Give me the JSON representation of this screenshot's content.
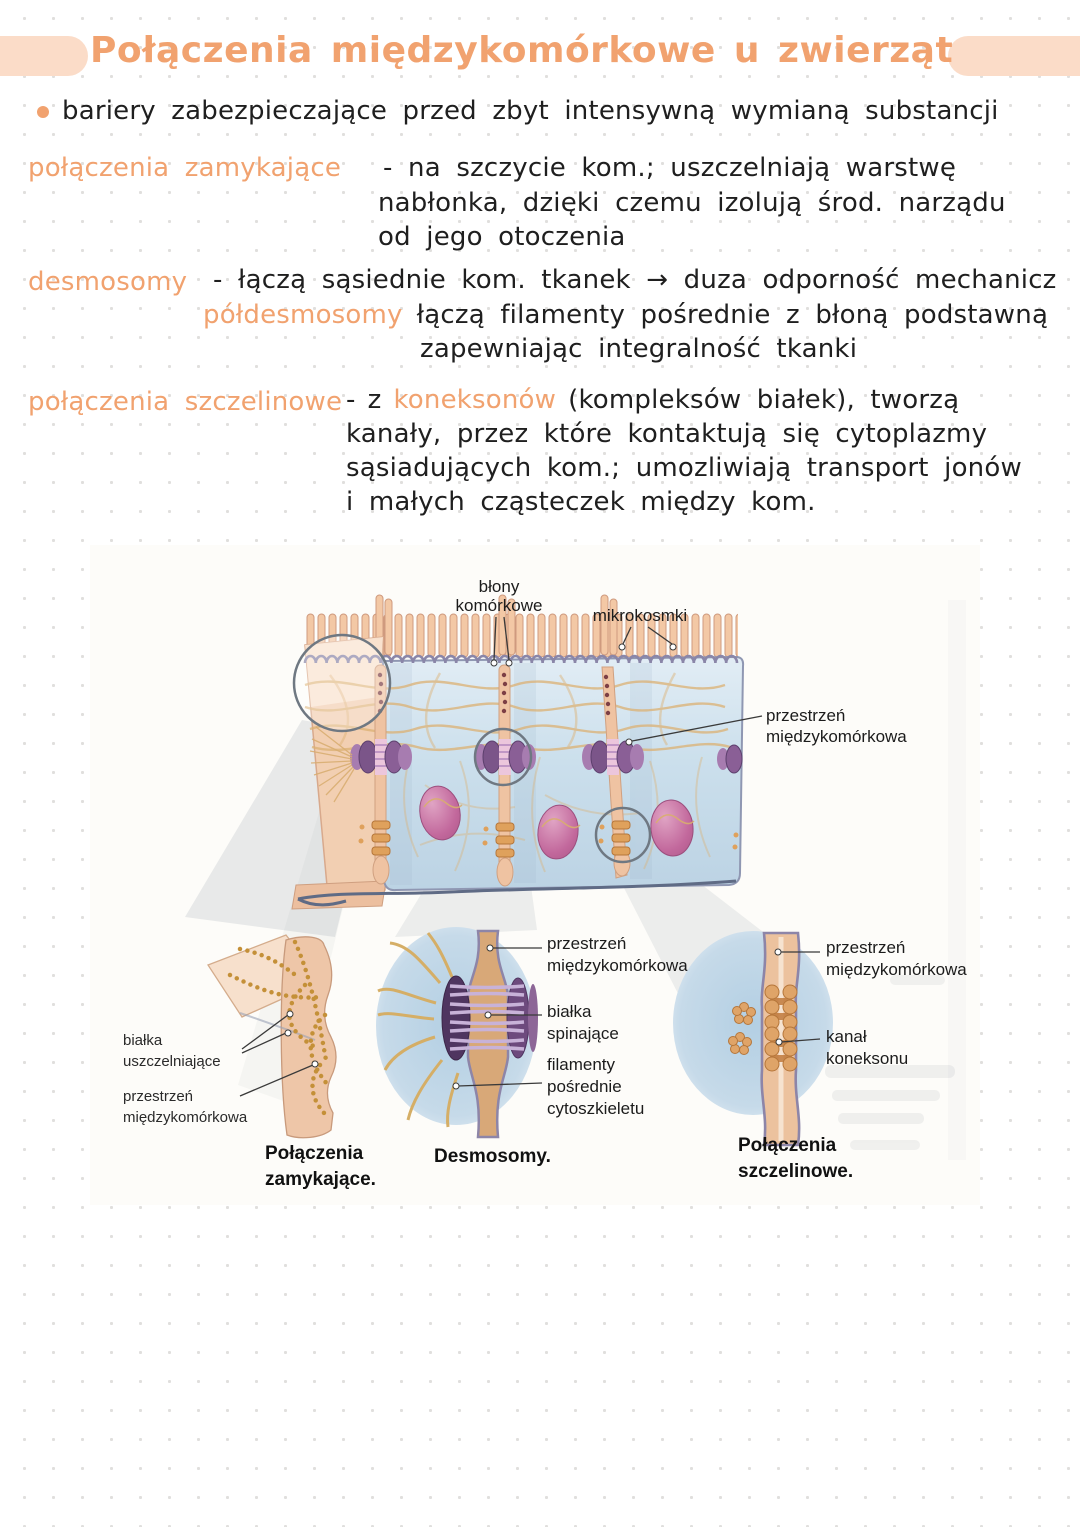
{
  "title": "Połączenia międzykomórkowe u zwierząt",
  "colors": {
    "accent": "#f1a26f",
    "highlight": "#fbdcc8",
    "ink": "#1f1f1f"
  },
  "notes": {
    "bullet": "bariery zabezpieczające przed zbyt intensywną wymianą substancji",
    "closing": {
      "term": "połączenia zamykające",
      "l1": "- na szczycie kom.; uszczelniają warstwę",
      "l2": "nabłonka, dzięki czemu izolują środ. narządu",
      "l3": "od jego otoczenia"
    },
    "desmosomes": {
      "term": "desmosomy",
      "l1": "- łączą sąsiednie kom. tkanek → duza odporność mechanicz",
      "term2": "półdesmosomy",
      "l2": "łączą filamenty pośrednie z błoną podstawną",
      "l3": "zapewniając integralność tkanki"
    },
    "gap": {
      "term": "połączenia szczelinowe",
      "l1a": "-",
      "l1b": "z",
      "l1c": "koneksonów",
      "l1d": "(kompleksów białek), tworzą",
      "l2": "kanały, przez które kontaktują się cytoplazmy",
      "l3": "sąsiadujących kom.; umozliwiają transport jonów",
      "l4": "i małych cząsteczek między kom."
    }
  },
  "figure": {
    "labels": {
      "membranes_1": "błony",
      "membranes_2": "komórkowe",
      "microvilli": "mikrokosmki",
      "space_1": "przestrzeń",
      "space_2": "międzykomórkowa",
      "sealing_1": "białka",
      "sealing_2": "uszczelniające",
      "linking_1": "białka",
      "linking_2": "spinające",
      "filaments_1": "filamenty",
      "filaments_2": "pośrednie",
      "filaments_3": "cytoszkieletu",
      "channel_1": "kanał",
      "channel_2": "koneksonu"
    },
    "captions": {
      "tight_1": "Połączenia",
      "tight_2": "zamykające.",
      "desmosomes": "Desmosomy.",
      "gap_1": "Połączenia",
      "gap_2": "szczelinowe."
    }
  }
}
